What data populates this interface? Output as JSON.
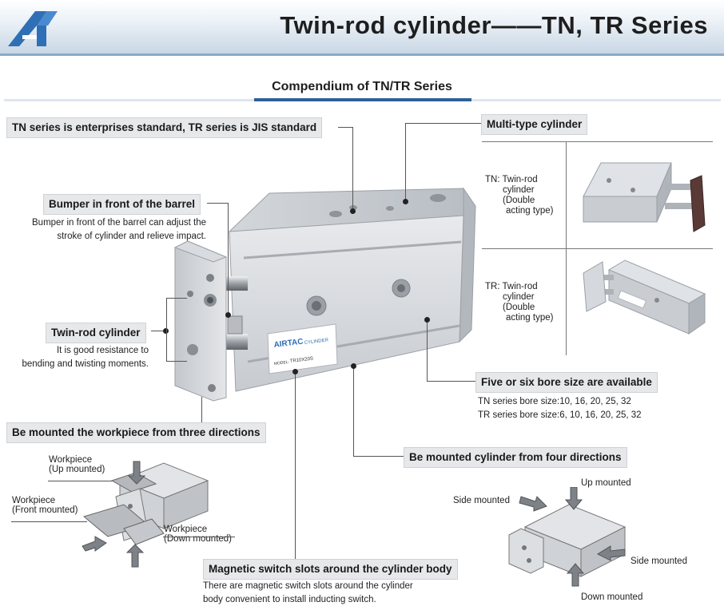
{
  "header": {
    "title": "Twin-rod cylinder——TN, TR Series"
  },
  "section": {
    "title": "Compendium of TN/TR Series"
  },
  "callouts": {
    "standard": "TN series is enterprises standard, TR series is JIS standard",
    "multi_type": "Multi-type cylinder",
    "bumper": "Bumper in front of the barrel",
    "bumper_desc_1": "Bumper in front of the barrel can adjust the",
    "bumper_desc_2": "stroke of cylinder and relieve impact.",
    "twin_rod": "Twin-rod cylinder",
    "twin_rod_desc_1": "It is good resistance to",
    "twin_rod_desc_2": "bending and twisting moments.",
    "bore": "Five or six bore size are available",
    "bore_desc_1": "TN series bore size:10, 16, 20, 25, 32",
    "bore_desc_2": "TR series bore size:6, 10, 16, 20, 25, 32",
    "three_dir": "Be mounted the workpiece from three directions",
    "four_dir": "Be mounted cylinder from four directions",
    "magnetic": "Magnetic switch slots around the cylinder body",
    "magnetic_desc_1": "There are magnetic switch slots around the cylinder",
    "magnetic_desc_2": "body convenient to install inducting switch."
  },
  "types": [
    {
      "prefix": "TN:",
      "l1": "Twin-rod",
      "l2": "cylinder",
      "l3": "(Double",
      "l4": "acting type)"
    },
    {
      "prefix": "TR:",
      "l1": "Twin-rod",
      "l2": "cylinder",
      "l3": "(Double",
      "l4": "acting type)"
    }
  ],
  "product": {
    "brand": "AIRTAC",
    "brand_sub": "CYLINDER",
    "model_label": "MODEL:",
    "model": "TR10X20S"
  },
  "workpiece": {
    "up_1": "Workpiece",
    "up_2": "(Up mounted)",
    "front_1": "Workpiece",
    "front_2": "(Front mounted)",
    "down_1": "Workpiece",
    "down_2": "(Down mounted)"
  },
  "mounting": {
    "up": "Up mounted",
    "side_left": "Side mounted",
    "side_right": "Side mounted",
    "down": "Down mounted"
  }
}
